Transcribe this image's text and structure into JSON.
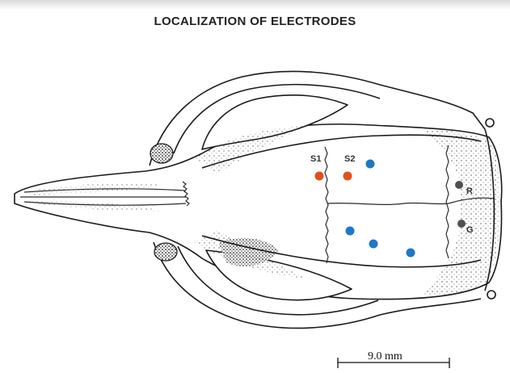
{
  "title": "LOCALIZATION OF ELECTRODES",
  "colors": {
    "stimulating": "#e0501e",
    "recording": "#1e78c8",
    "reference": "#505050"
  },
  "labels": {
    "s1": "S1",
    "s2": "S2",
    "r": "R",
    "g": "G"
  },
  "scale_bar": {
    "label": "9.0 mm"
  }
}
